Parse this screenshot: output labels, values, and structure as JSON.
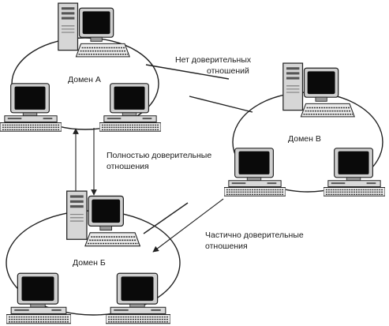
{
  "domains": {
    "a": {
      "label": "Домен А"
    },
    "b": {
      "label": "Домен Б"
    },
    "c": {
      "label": "Домен В"
    }
  },
  "relations": {
    "none": {
      "line1": "Нет доверительных",
      "line2": "отношений"
    },
    "full": {
      "line1": "Полностью доверительные",
      "line2": "отношения"
    },
    "partial": {
      "line1": "Частично доверительные",
      "line2": "отношения"
    }
  },
  "icons": {
    "server": "server-computer-icon",
    "workstation": "workstation-computer-icon"
  }
}
